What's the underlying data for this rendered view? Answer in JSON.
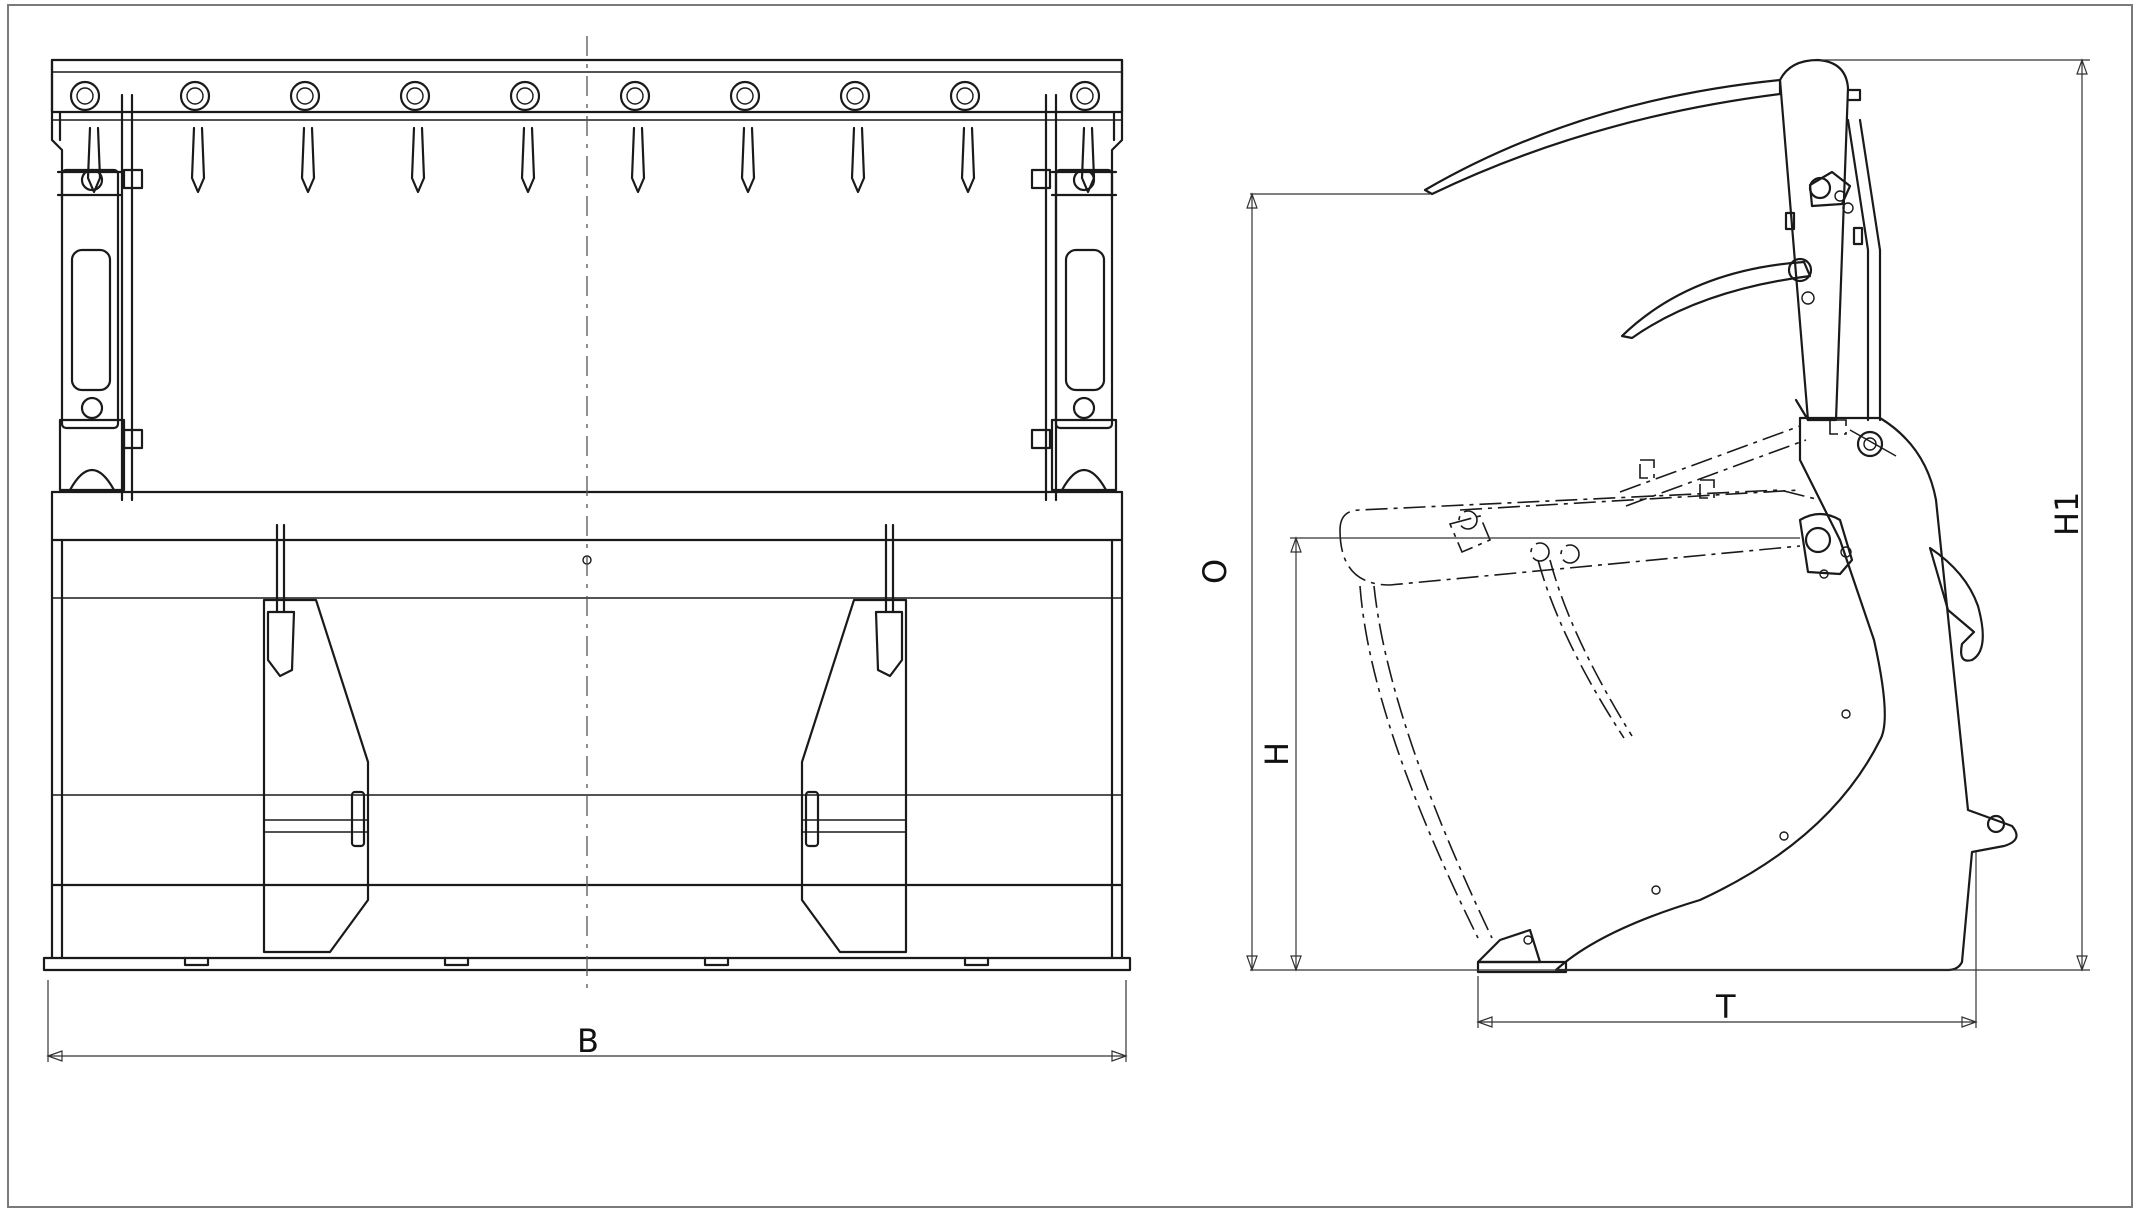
{
  "drawing": {
    "title": "",
    "dimensions": {
      "width_label": "B",
      "opening_label": "O",
      "height_label": "H",
      "depth_label": "T",
      "total_height_label": "H1"
    },
    "colors": {
      "line": "#1a1a1a",
      "frame": "#7a7a7a",
      "background": "#ffffff"
    }
  }
}
